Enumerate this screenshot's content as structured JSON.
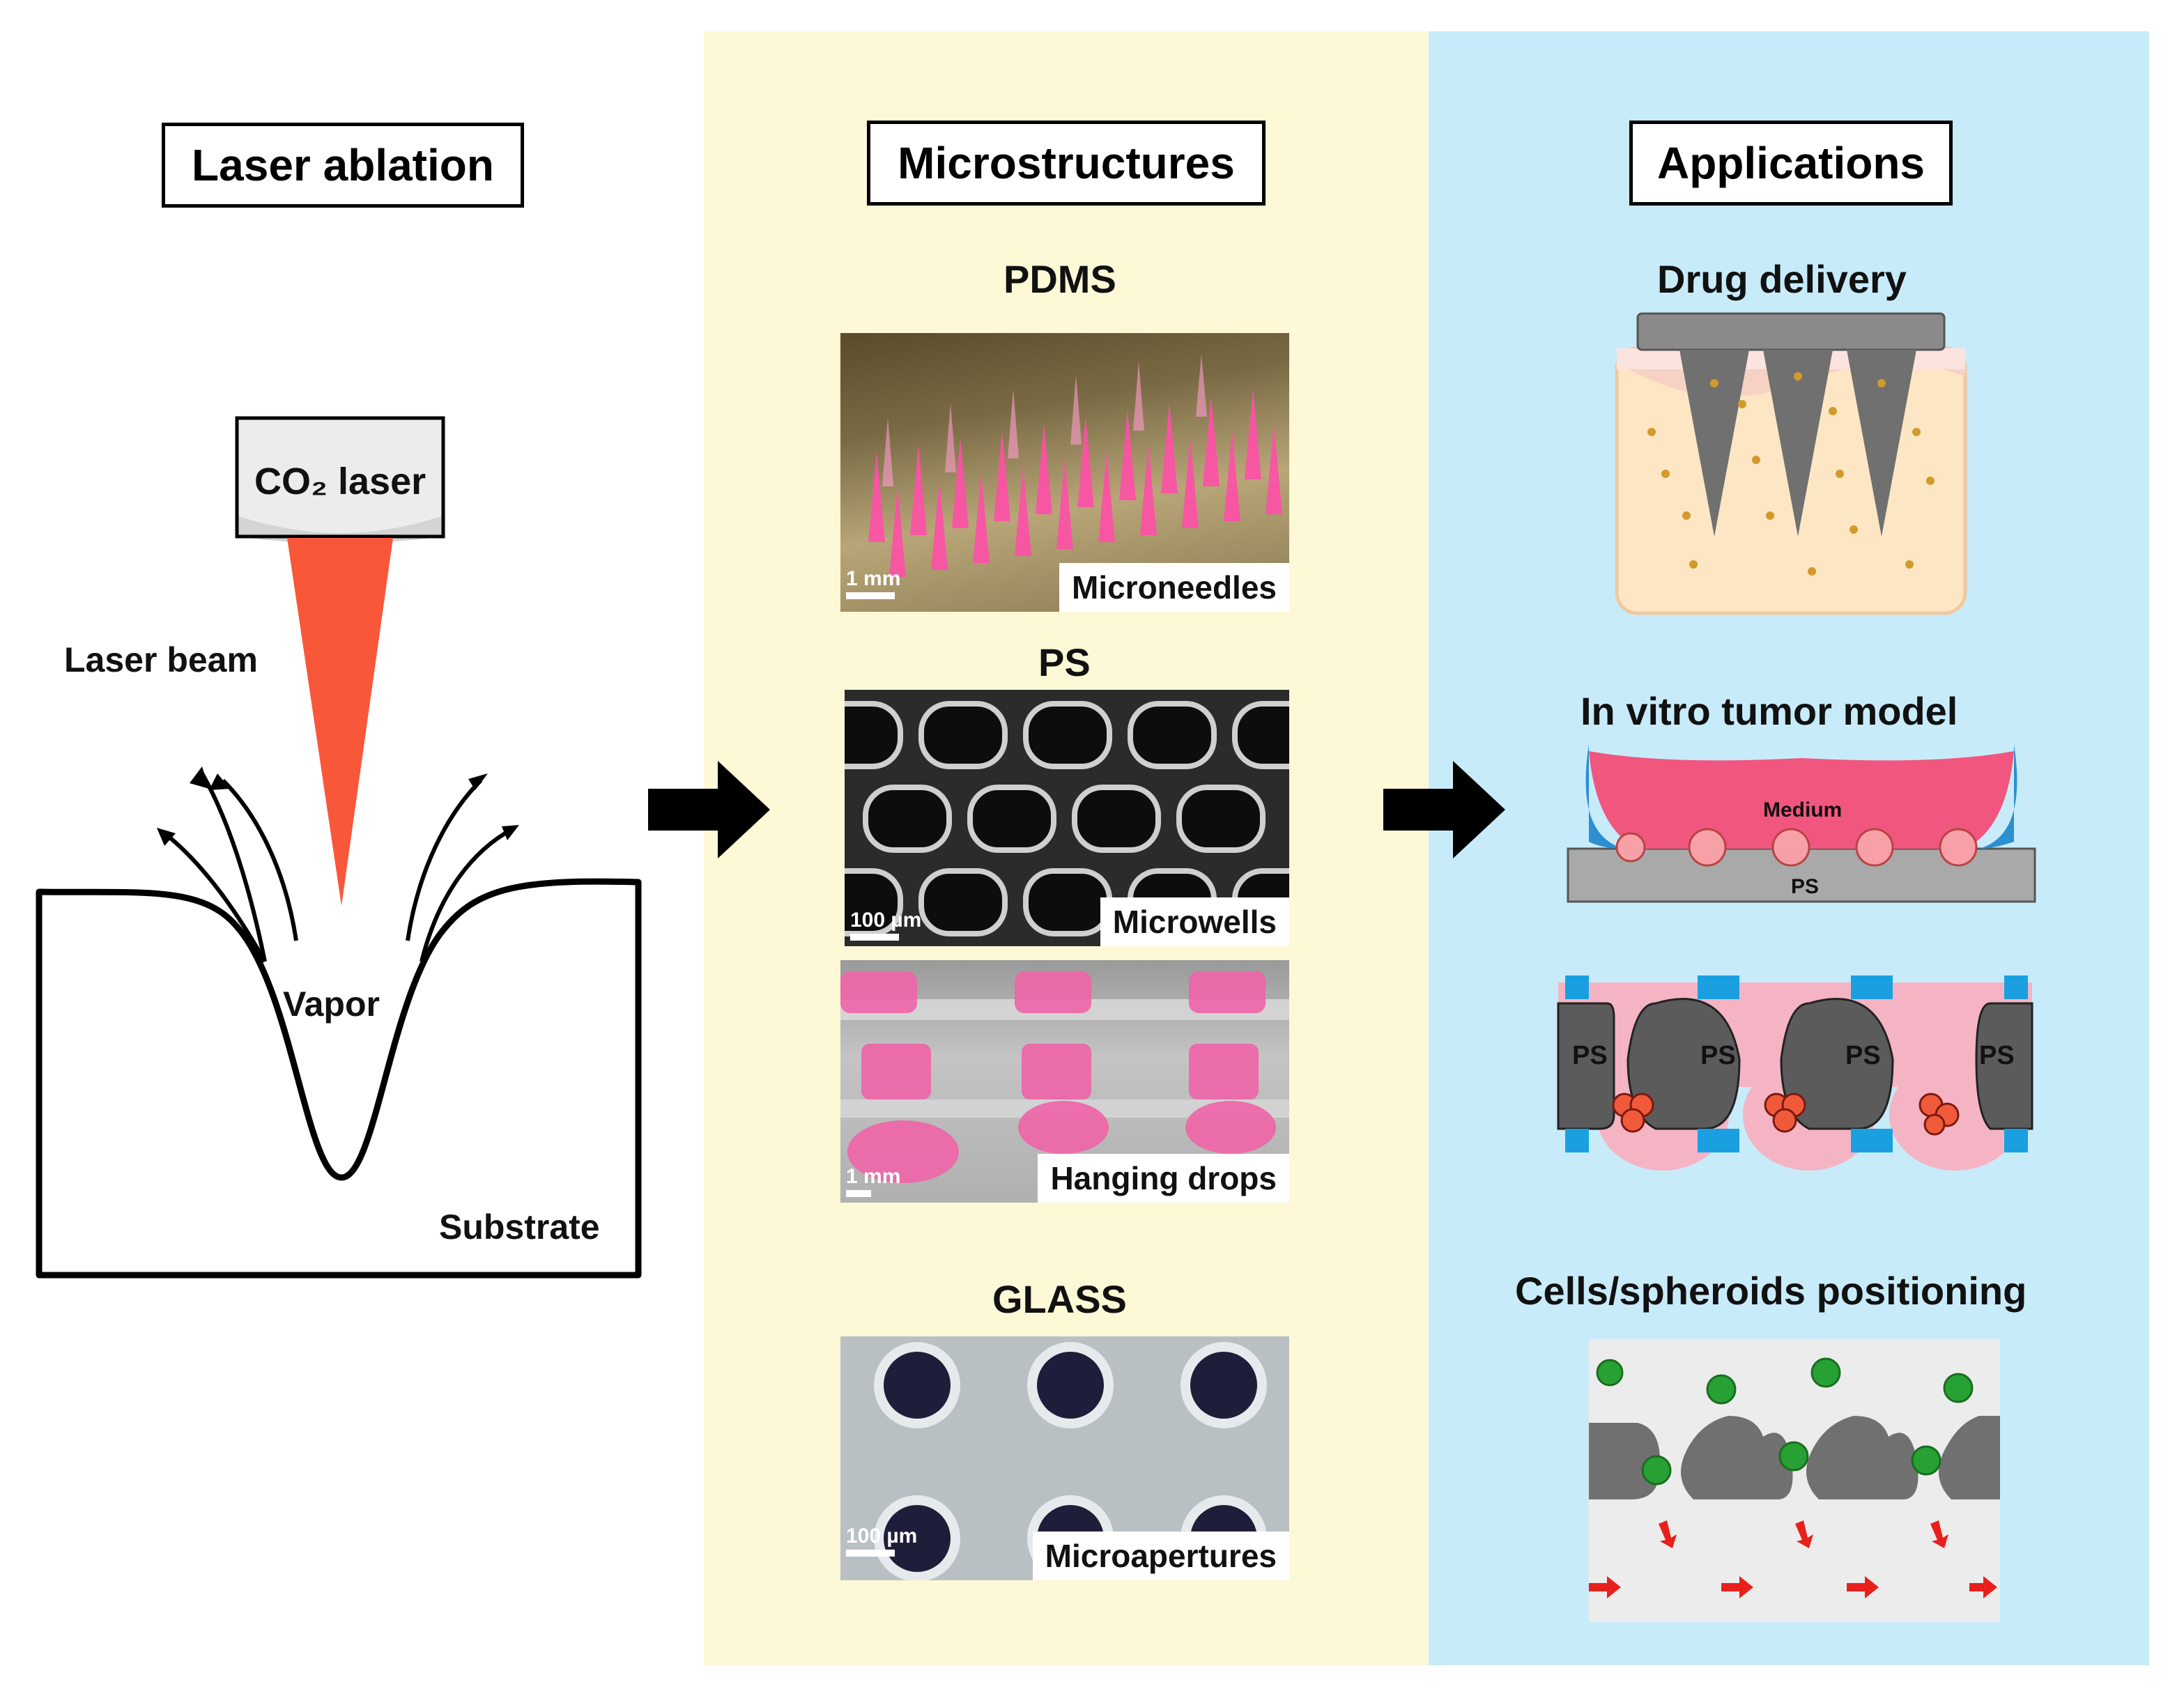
{
  "columns": {
    "laser": {
      "title": "Laser ablation"
    },
    "micro": {
      "title": "Microstructures"
    },
    "apps": {
      "title": "Applications"
    }
  },
  "laser_diagram": {
    "device": "CO₂ laser",
    "beam": "Laser beam",
    "vapor": "Vapor",
    "substrate": "Substrate"
  },
  "materials": {
    "pdms": "PDMS",
    "ps": "PS",
    "glass": "GLASS"
  },
  "images": {
    "microneedles": {
      "caption": "Microneedles",
      "scale": "1 mm"
    },
    "microwells": {
      "caption": "Microwells",
      "scale": "100 µm"
    },
    "hanging_drops": {
      "caption": "Hanging drops",
      "scale": "1 mm"
    },
    "microapertures": {
      "caption": "Microapertures",
      "scale": "100 µm"
    }
  },
  "applications": {
    "drug_delivery": "Drug delivery",
    "tumor_model": "In vitro tumor model",
    "medium": "Medium",
    "ps_small": "PS",
    "ps_labels": [
      "PS",
      "PS",
      "PS",
      "PS"
    ],
    "positioning": "Cells/spheroids positioning"
  },
  "colors": {
    "beam": "#f9573a",
    "panel_mid": "#fdf8d6",
    "panel_right": "#c8ebfa",
    "pink": "#f0679e",
    "spheroid": "#f27a6a",
    "cell_green": "#27a034",
    "arrow_red": "#e8201c"
  }
}
